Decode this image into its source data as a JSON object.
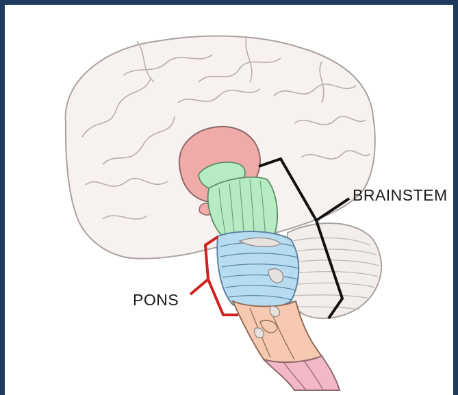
{
  "labels": {
    "brainstem": "BRAINSTEM",
    "pons": "PONS"
  },
  "colors": {
    "frame": "#1f3a5f",
    "cerebrum_fill": "#f7f1ef",
    "cerebrum_stroke": "#a9a29f",
    "midbrain": "#f0aaa8",
    "thalamus_green": "#b6ecc4",
    "pons": "#b7dcf2",
    "medulla": "#f6c9b0",
    "spinal": "#f2b8c8",
    "cerebellum": "#f3eeeb",
    "brainstem_bracket": "#111111",
    "pons_bracket": "#d02020"
  },
  "icons": [
    "brain-illustration"
  ]
}
